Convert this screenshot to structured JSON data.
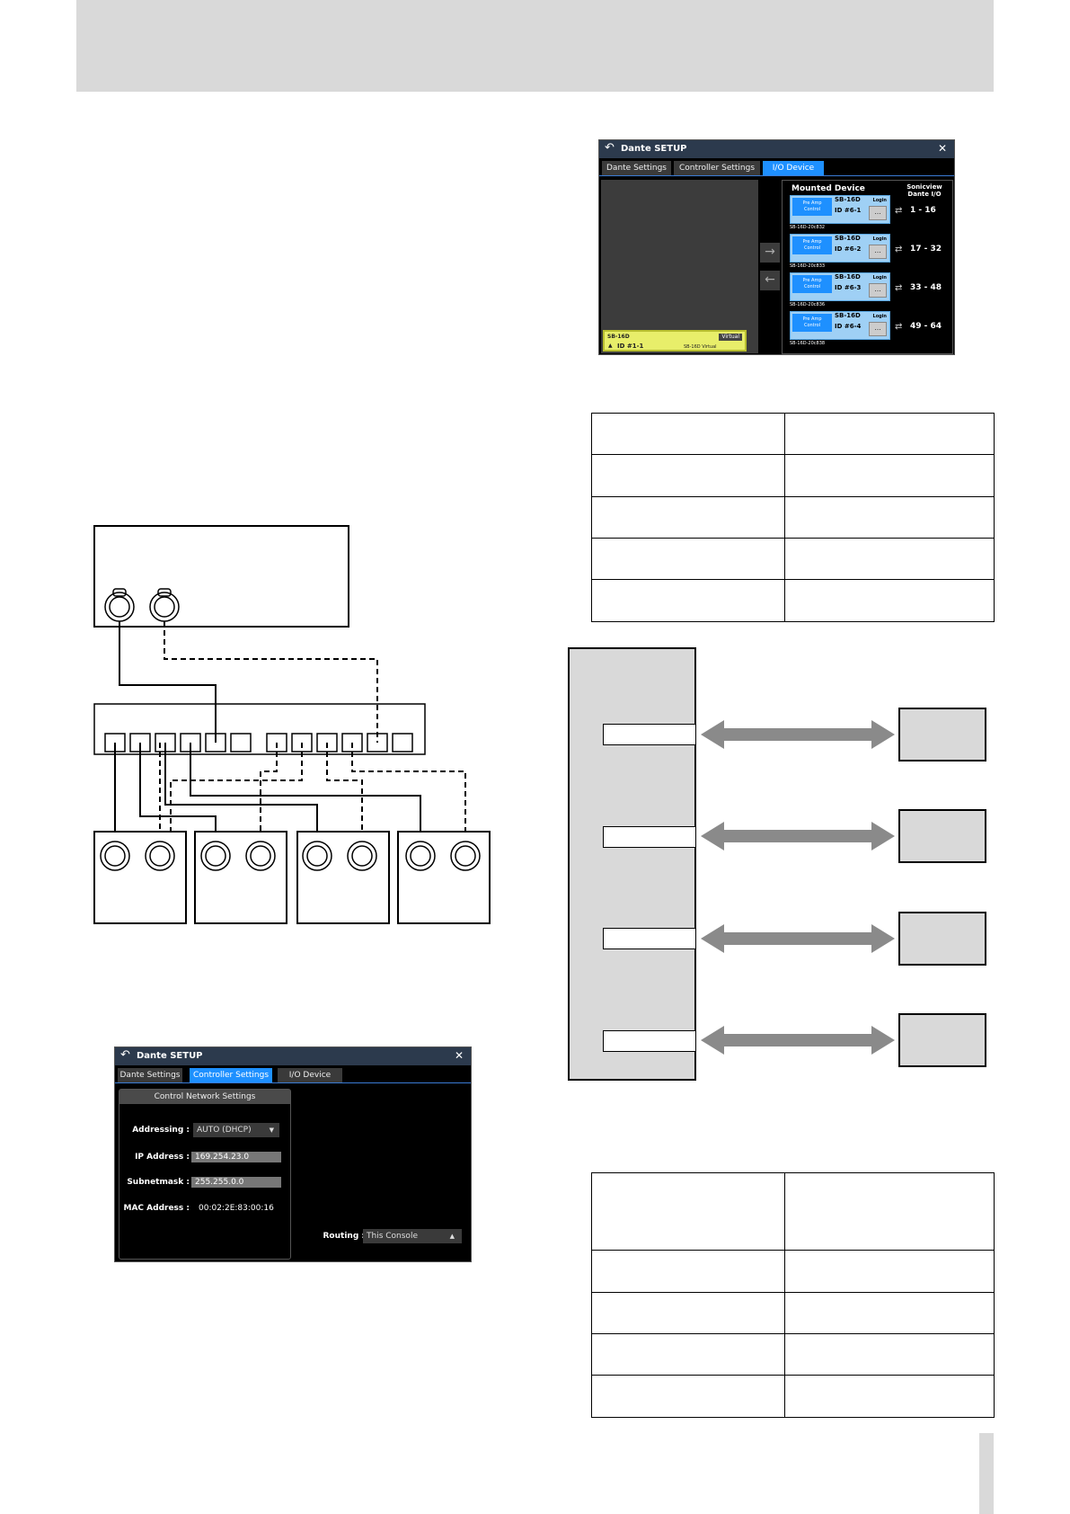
{
  "io_window": {
    "title": "Dante SETUP",
    "tabs": [
      "Dante Settings",
      "Controller Settings",
      "I/O Device"
    ],
    "active_tab": "I/O Device",
    "unmounted": {
      "model": "SB-16D",
      "id": "ID #1-1",
      "badge": "Virtual",
      "caption": "SB-16D Virtual"
    },
    "mounted_title": "Mounted Device",
    "sonicview_title_1": "Sonicview",
    "sonicview_title_2": "Dante I/O",
    "devices": [
      {
        "preamp_1": "Pre Amp",
        "preamp_2": "Control",
        "model": "SB-16D",
        "id": "ID #6-1",
        "login": "Login",
        "dots": "...",
        "serial": "SB-16D-20c832",
        "range": "1 - 16"
      },
      {
        "preamp_1": "Pre Amp",
        "preamp_2": "Control",
        "model": "SB-16D",
        "id": "ID #6-2",
        "login": "Login",
        "dots": "...",
        "serial": "SB-16D-20c833",
        "range": "17 - 32"
      },
      {
        "preamp_1": "Pre Amp",
        "preamp_2": "Control",
        "model": "SB-16D",
        "id": "ID #6-3",
        "login": "Login",
        "dots": "...",
        "serial": "SB-16D-20c836",
        "range": "33 - 48"
      },
      {
        "preamp_1": "Pre Amp",
        "preamp_2": "Control",
        "model": "SB-16D",
        "id": "ID #6-4",
        "login": "Login",
        "dots": "...",
        "serial": "SB-16D-20c838",
        "range": "49 - 64"
      }
    ]
  },
  "ctrl_window": {
    "title": "Dante SETUP",
    "tabs": [
      "Dante Settings",
      "Controller Settings",
      "I/O Device"
    ],
    "active_tab": "Controller Settings",
    "panel_title": "Control Network Settings",
    "addressing_label": "Addressing :",
    "addressing_value": "AUTO (DHCP)",
    "ip_label": "IP Address :",
    "ip_value": "169.254.23.0",
    "subnet_label": "Subnetmask :",
    "subnet_value": "255.255.0.0",
    "mac_label": "MAC Address :",
    "mac_value": "00:02:2E:83:00:16",
    "routing_label": "Routing :",
    "routing_value": "This Console"
  },
  "icons": {
    "back": "back-arrow-icon",
    "close": "close-icon",
    "dropdown": "triangle-down-icon",
    "route": "bidirectional-arrow-icon"
  },
  "colors": {
    "accent": "#1e90ff",
    "header_band": "#d9d9d9",
    "virtual_device": "#e8ee6a"
  }
}
